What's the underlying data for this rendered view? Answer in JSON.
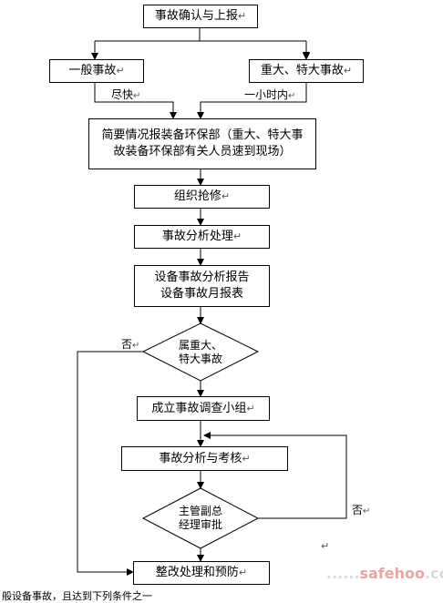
{
  "nodes": {
    "report": "事故确认与上报",
    "general": "一般事故",
    "major": "重大、特大事故",
    "brief_report": "简要情况报装备环保部（重大、特大事故装备环保部有关人员速到现场）",
    "rescue": "组织抢修",
    "analysis": "事故分析处理",
    "report_docs_line1": "设备事故分析报告",
    "report_docs_line2": "设备事故月报表",
    "is_major_line1": "属重大、",
    "is_major_line2": "特大事故",
    "team": "成立事故调查小组",
    "assess": "事故分析与考核",
    "approve_line1": "主管副总",
    "approve_line2": "经理审批",
    "rectify": "整改处理和预防"
  },
  "edge_labels": {
    "general_time": "尽快",
    "major_time": "一小时内",
    "no_major": "否",
    "no_approve": "否"
  },
  "paragraph_mark": "↵",
  "watermark": {
    "prefix": "......",
    "brand": "safehoo",
    "suffix": ".com"
  },
  "bottom_text": "般设备事故，且达到下列条件之一"
}
